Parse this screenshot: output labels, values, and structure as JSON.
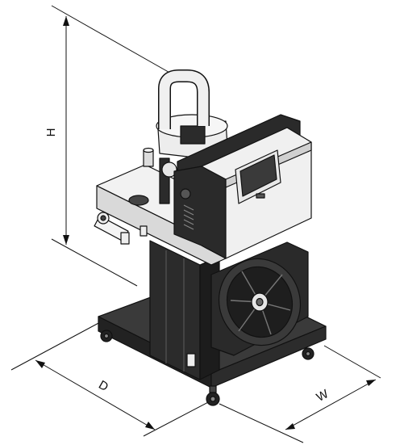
{
  "dimensions": {
    "height_label": "H",
    "depth_label": "D",
    "width_label": "W"
  },
  "colors": {
    "outline": "#111111",
    "body_light": "#f2f2f2",
    "body_mid": "#d6d6d6",
    "body_dark": "#2a2a2a",
    "screen": "#3a3a3a"
  }
}
